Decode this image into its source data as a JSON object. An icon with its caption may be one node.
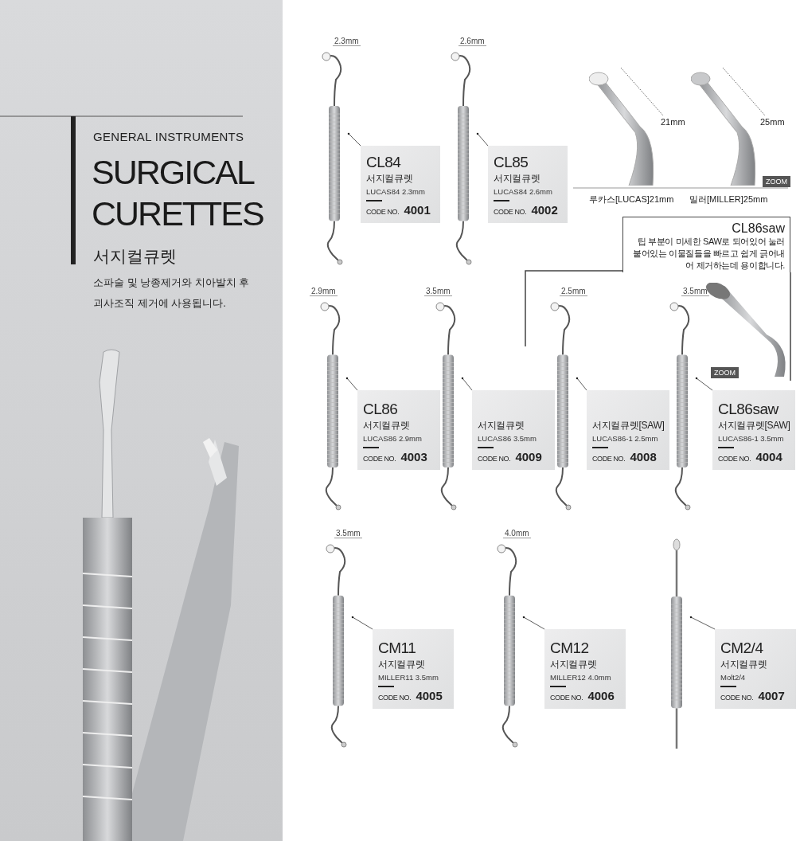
{
  "diagram": {
    "title": "SURGICAL CURETTES",
    "nodes": [
      {
        "text": [
          "CL84",
          "서지컬큐렛",
          "LUCAS84 2.3mm",
          "CODE NO. **4001**"
        ]
      },
      {
        "text": [
          "CL85",
          "서지컬큐렛",
          "LUCAS84 2.6mm",
          "CODE NO. **4002**"
        ]
      },
      {
        "text": [
          "CL86",
          "서지컬큐렛",
          "LUCAS86 2.9mm",
          "CODE NO. **4003**"
        ]
      },
      {
        "text": [
          "서지컬큐렛",
          "LUCAS86 3.5mm",
          "CODE NO. **4009**"
        ]
      },
      {
        "text": [
          "서지컬큐렛[SAW]",
          "LUCAS86-1 2.5mm",
          "CODE NO. **4008**"
        ]
      },
      {
        "text": [
          "CL86saw",
          "서지컬큐렛[SAW]",
          "LUCAS86-1 3.5mm",
          "CODE NO. **4004**"
        ]
      },
      {
        "text": [
          "CM11",
          "서지컬큐렛",
          "MILLER11 3.5mm",
          "CODE NO. **4005**"
        ]
      },
      {
        "text": [
          "CM12",
          "서지컬큐렛",
          "MILLER12 4.0mm",
          "CODE NO. **4006**"
        ]
      },
      {
        "text": [
          "CM2/4",
          "서지컬큐렛",
          "Molt2/4",
          "CODE NO. **4007**"
        ]
      },
      {
        "text": [],
        "shape": "picture"
      },
      {
        "text": [],
        "shape": "picture"
      },
      {
        "text": [],
        "shape": "picture"
      },
      {
        "text": [],
        "shape": "picture"
      },
      {
        "text": [],
        "shape": "picture"
      },
      {
        "text": [],
        "shape": "picture"
      },
      {
        "text": [],
        "shape": "picture"
      },
      {
        "text": [],
        "shape": "picture"
      },
      {
        "text": [],
        "shape": "picture"
      },
      {
        "text": [],
        "shape": "picture",
        "beside": [
          "루카스[LUCAS]21mm"
        ]
      },
      {
        "text": [],
        "shape": "picture",
        "beside": [
          "밀러[MILLER]25mm"
        ]
      },
      {
        "text": [
          "CL86saw",
          "팁 부분이 미세한 SAW로 되어있어 눌러 붙어있는 이물질들을 빠르고 쉽게 긁어내어 제거하는데 용이합니다."
        ]
      },
      {
        "text": [],
        "shape": "picture"
      }
    ],
    "edges": [
      {
        "from": 0,
        "to": 9,
        "arrow": "other"
      },
      {
        "from": 1,
        "to": 10,
        "arrow": "other"
      },
      {
        "from": 2,
        "to": 11,
        "arrow": "other"
      },
      {
        "from": 3,
        "to": 12,
        "arrow": "other"
      },
      {
        "from": 4,
        "to": 13,
        "arrow": "other"
      },
      {
        "from": 5,
        "to": 14,
        "arrow": "other"
      },
      {
        "from": 6,
        "to": 15,
        "arrow": "other"
      },
      {
        "from": 7,
        "to": 16,
        "arrow": "other"
      },
      {
        "from": 8,
        "to": 17,
        "arrow": "other"
      }
    ],
    "labels": [
      "GENERAL INSTRUMENTS",
      "서지컬큐렛",
      "소파술 및 낭종제거와 치아발치 후 괴사조직 제거에 사용됩니다.",
      "2.3mm",
      "2.6mm",
      "21mm",
      "25mm",
      "ZOOM",
      "2.9mm",
      "3.5mm",
      "2.5mm",
      "3.5mm",
      "ZOOM",
      "3.5mm",
      "4.0mm"
    ]
  }
}
